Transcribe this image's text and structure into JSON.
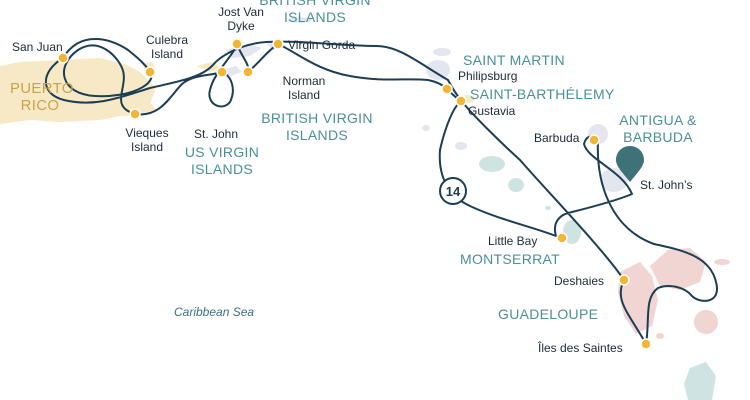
{
  "map": {
    "colors": {
      "route": "#1c3e55",
      "port": "#f2b536",
      "region_label": "#4a8f9a",
      "puerto_rico_land": "#f8e9c6",
      "bvi_land": "#e4e6ef",
      "guadeloupe_land": "#f0d5d2",
      "montserrat_land": "#cfe3e2",
      "final_pin": "#3e7178"
    },
    "route_badge": "14",
    "sea_label": "Caribbean Sea",
    "regions": {
      "puerto_rico": "PUERTO RICO",
      "bvi_top": "BRITISH VIRGIN ISLANDS",
      "bvi_bottom": "BRITISH VIRGIN ISLANDS",
      "usvi": "US VIRGIN ISLANDS",
      "saint_martin": "SAINT MARTIN",
      "saint_barthelemy": "SAINT-BARTHÉLEMY",
      "antigua_barbuda": "ANTIGUA & BARBUDA",
      "montserrat": "MONTSERRAT",
      "guadeloupe": "GUADELOUPE"
    },
    "ports": {
      "san_juan": "San Juan",
      "culebra": "Culebra Island",
      "vieques": "Vieques Island",
      "st_john": "St. John",
      "jost_van_dyke": "Jost Van Dyke",
      "norman_island": "Norman Island",
      "virgin_gorda": "Virgin Gorda",
      "philipsburg": "Philipsburg",
      "gustavia": "Gustavia",
      "barbuda": "Barbuda",
      "st_johns": "St. John’s",
      "little_bay": "Little Bay",
      "deshaies": "Deshaies",
      "iles_des_saintes": "Îles des Saintes"
    }
  }
}
